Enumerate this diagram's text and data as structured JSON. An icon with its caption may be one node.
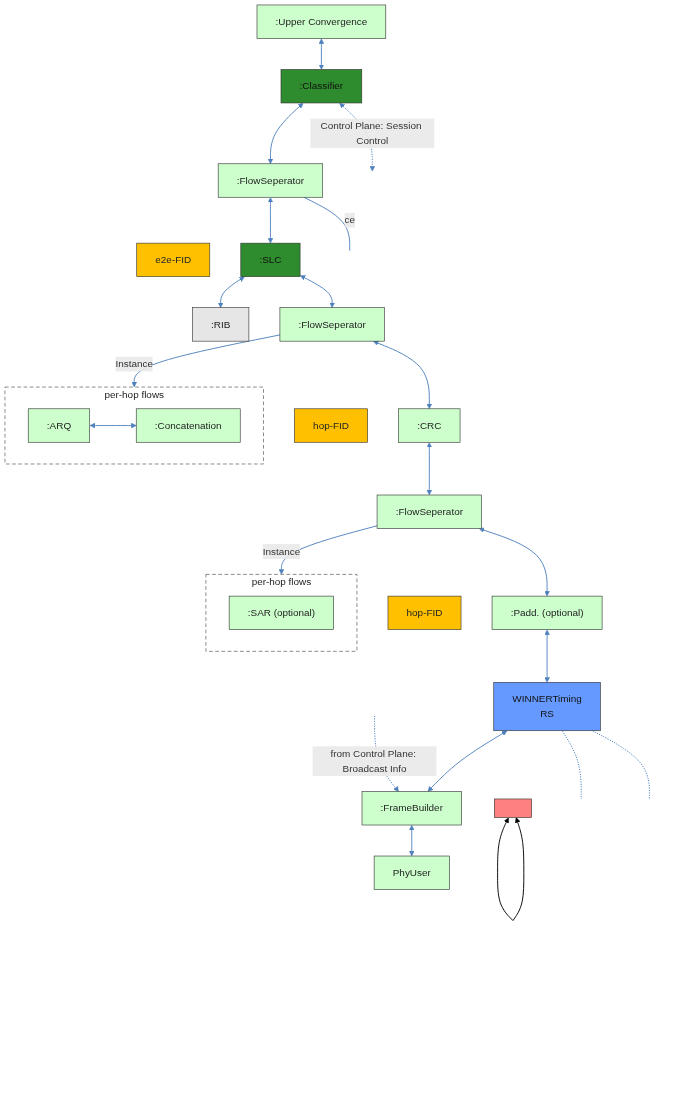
{
  "diagram": {
    "nodes": [
      {
        "text": [
          ":Upper Convergence"
        ]
      },
      {
        "text": [
          ":Classifier"
        ]
      },
      {
        "text": [
          ":FlowSeperator"
        ]
      },
      {
        "text": [
          "e2e-FID"
        ]
      },
      {
        "text": [
          ":SLC"
        ]
      },
      {
        "text": [
          ":RIB"
        ]
      },
      {
        "text": [
          ":FlowSeperator"
        ]
      },
      {
        "text": [
          "hop-FID"
        ]
      },
      {
        "text": [
          "per-hop flows"
        ]
      },
      {
        "text": [
          ":ARQ"
        ],
        "in": 8
      },
      {
        "text": [
          ":Concatenation"
        ],
        "in": 8
      },
      {
        "text": [
          ":CRC"
        ]
      },
      {
        "text": [
          ":FlowSeperator"
        ]
      },
      {
        "text": [
          "hop-FID"
        ]
      },
      {
        "text": [
          "per-hop flows"
        ]
      },
      {
        "text": [
          ":SAR (optional)"
        ],
        "in": 14
      },
      {
        "text": [
          ":Padd. (optional)"
        ]
      },
      {
        "text": [],
        "shape": "box"
      },
      {
        "text": [
          "WINNERTiming",
          "RS"
        ]
      },
      {
        "text": [
          ":FrameBuilder"
        ]
      },
      {
        "text": [
          "PhyUser"
        ]
      }
    ],
    "edges": [
      {
        "from": 0,
        "to": 1,
        "arrow": "both"
      },
      {
        "from": 1,
        "to": null,
        "arrow": "both",
        "label": "Control Plane: Session Control",
        "style": "dashed"
      },
      {
        "from": 1,
        "to": 2,
        "arrow": "both"
      },
      {
        "from": 2,
        "to": null,
        "arrow": "none",
        "label": "ce"
      },
      {
        "from": 2,
        "to": 4,
        "arrow": "both"
      },
      {
        "from": 4,
        "to": 5,
        "arrow": "both"
      },
      {
        "from": 4,
        "to": 6,
        "arrow": "both"
      },
      {
        "from": 6,
        "to": 8,
        "arrow": "to",
        "label": "Instance"
      },
      {
        "from": 9,
        "to": 10,
        "arrow": "both"
      },
      {
        "from": 6,
        "to": 11,
        "arrow": "both"
      },
      {
        "from": 11,
        "to": 12,
        "arrow": "both"
      },
      {
        "from": 12,
        "to": 14,
        "arrow": "to",
        "label": "Instance"
      },
      {
        "from": 12,
        "to": 16,
        "arrow": "both"
      },
      {
        "from": 16,
        "to": 18,
        "arrow": "both"
      },
      {
        "from": 17,
        "to": 17,
        "arrow": "both",
        "color": "#000000"
      },
      {
        "from": 18,
        "to": null,
        "arrow": "none",
        "style": "dashed"
      },
      {
        "from": 18,
        "to": null,
        "arrow": "none",
        "style": "dashed"
      },
      {
        "from": null,
        "to": 19,
        "arrow": "to",
        "label": "from Control Plane: Broadcast Info",
        "style": "dashed"
      },
      {
        "from": 18,
        "to": 19,
        "arrow": "both"
      },
      {
        "from": 19,
        "to": 20,
        "arrow": "both"
      }
    ]
  }
}
